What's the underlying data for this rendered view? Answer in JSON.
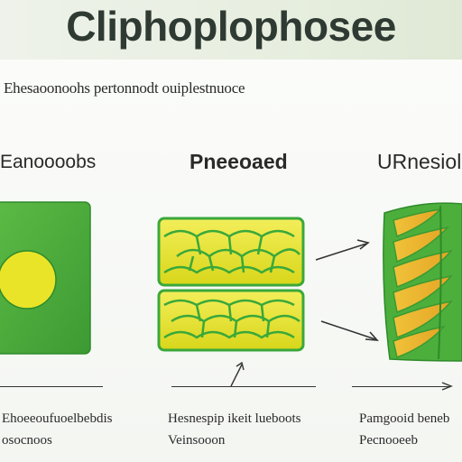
{
  "title": "Cliphoplophosee",
  "subtitle": "Ehesaoonoohs pertonnodt ouiplestnuoce",
  "headings": {
    "left": "Eanoooobs",
    "middle": "Pneeoaed",
    "right": "URnesiolie"
  },
  "captions": {
    "left": [
      "Ehoeeoufuoelbebdis",
      "osocnoos"
    ],
    "middle": [
      "Hesnespip ikeit lueboots",
      "Veinsooon"
    ],
    "right": [
      "Pamgooid beneb",
      "Pecnooeeb"
    ]
  },
  "colors": {
    "cell_green": "#4caf3c",
    "chloroplast_yellow": "#e8e21a",
    "header_bg": "#e8efe1",
    "title_text": "#2f3a33"
  }
}
